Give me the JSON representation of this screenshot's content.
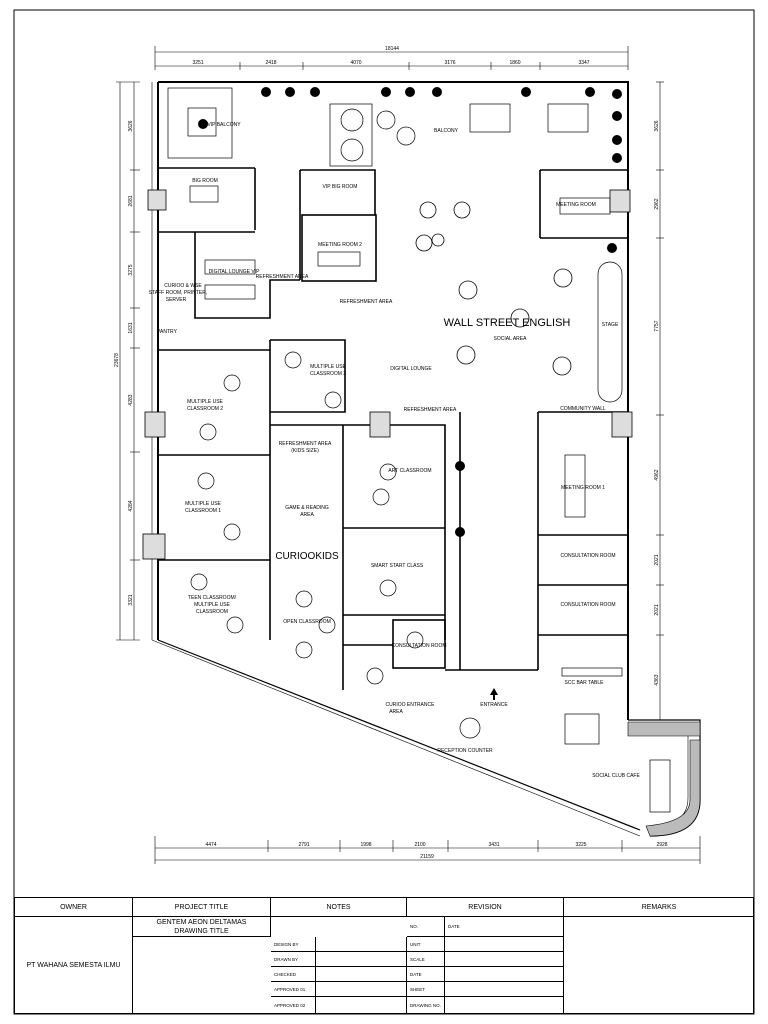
{
  "plan": {
    "brand_main": "WALL STREET ENGLISH",
    "brand_kids": "CURIOOKIDS",
    "dims_top": {
      "total": "18144",
      "segments": [
        "3251",
        "2418",
        "4070",
        "3176",
        "1860",
        "3347"
      ]
    },
    "dims_bottom": {
      "total": "21159",
      "segments": [
        "4474",
        "2791",
        "1998",
        "2100",
        "3431",
        "3225",
        "2928"
      ]
    },
    "dims_left": {
      "total": "23678",
      "segments": [
        "3626",
        "2681",
        "3275",
        "1631",
        "4283",
        "4284",
        "3321"
      ]
    },
    "dims_right": [
      "3626",
      "2962",
      "7757",
      "4962",
      "2021",
      "2021",
      "4363"
    ],
    "rooms": {
      "vip_balcony": "VIP BALCONY",
      "balcony": "BALCONY",
      "big_room": "BIG ROOM",
      "vip_room": "VIP BIG ROOM",
      "meeting_room_top": "MEETING ROOM",
      "meeting_room_2": "MEETING ROOM 2",
      "digital_lounge_vip": "DIGITAL LOUNGE VIP",
      "refreshment_area_1": "REFRESHMENT AREA",
      "curioo_wse": "CURIOO & WSE",
      "staff_room": "STAFF ROOM, PRINTER,",
      "server": "SERVER",
      "refreshment_area_2": "REFRESHMENT AREA",
      "pantry": "PANTRY",
      "social_area": "SOCIAL AREA",
      "stage": "STAGE",
      "multi_use_3_a": "MULTIPLE USE",
      "multi_use_3_b": "CLASSROOM 3",
      "digital_lounge": "DIGITAL LOUNGE",
      "multi_use_2_a": "MULTIPLE USE",
      "multi_use_2_b": "CLASSROOM 2",
      "refreshment_area_3": "REFRESHMENT AREA",
      "community_wall": "COMMUNITY WALL",
      "refreshment_kids_a": "REFRESHMENT AREA",
      "refreshment_kids_b": "(KIDS SIZE)",
      "art_classroom": "ART CLASSROOM",
      "meeting_room_1": "MEETING ROOM 1",
      "multi_use_1_a": "MULTIPLE USE",
      "multi_use_1_b": "CLASSROOM 1",
      "game_reading_a": "GAME & READING",
      "game_reading_b": "AREA",
      "smart_start": "SMART START CLASS",
      "consultation_1": "CONSULTATION ROOM",
      "consultation_2": "CONSULTATION ROOM",
      "teen_classroom_a": "TEEN CLASSROOM/",
      "teen_classroom_b": "MULTIPLE USE",
      "teen_classroom_c": "CLASSROOM",
      "open_classroom": "OPEN CLASSROOM",
      "consultation_3": "CONSULTATION ROOM",
      "scc_bar_table": "SCC BAR TABLE",
      "entrance": "ENTRANCE",
      "curioo_entrance_a": "CURIOO ENTRANCE",
      "curioo_entrance_b": "AREA",
      "reception_counter": "RECEPTION COUNTER",
      "social_club_cafe": "SOCIAL CLUB CAFE"
    }
  },
  "title_block": {
    "owner_label": "OWNER",
    "project_title_label": "PROJECT TITLE",
    "notes_label": "NOTES",
    "revision_label": "REVISION",
    "remarks_label": "REMARKS",
    "owner_value": "PT WAHANA SEMESTA ILMU",
    "project_value": "GENTEM AEON DELTAMAS",
    "drawing_title_label": "DRAWING TITLE",
    "designed_by": "DESIGN BY",
    "drawn_by": "DRAWN BY",
    "checked": "CHECKED",
    "approved_1": "APPROVED 01",
    "approved_2": "APPROVED 02",
    "no": "NO.",
    "date": "DATE",
    "unit": "UNIT",
    "scale": "SCALE",
    "date2": "DATE",
    "sheet": "SHEET",
    "drawing_no": "DRAWING NO."
  }
}
